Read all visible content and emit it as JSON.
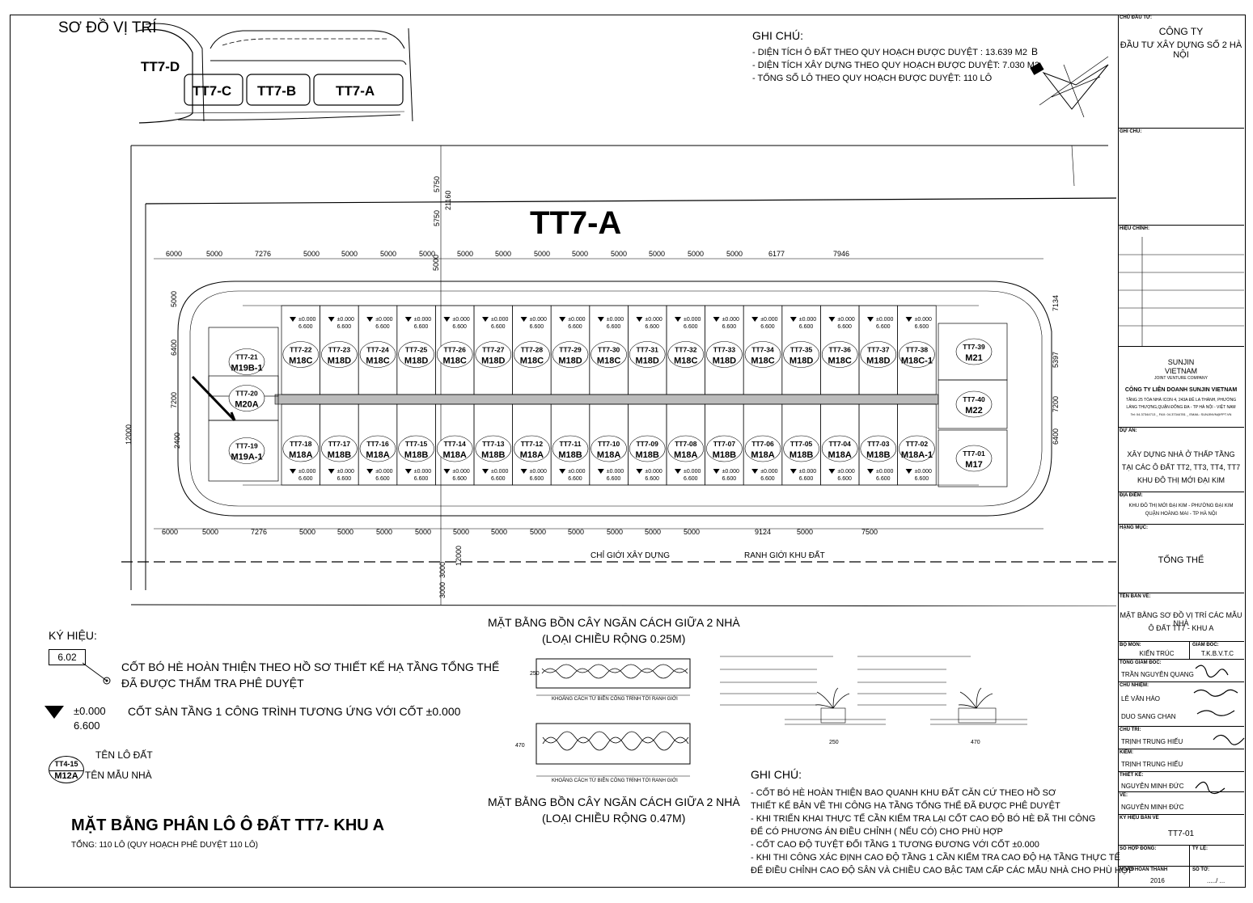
{
  "location_diagram": {
    "title": "SƠ ĐỒ VỊ TRÍ",
    "blocks": [
      "TT7-D",
      "TT7-C",
      "TT7-B",
      "TT7-A"
    ]
  },
  "top_notes": {
    "title": "GHI CHÚ:",
    "lines": [
      "- DIỆN TÍCH Ô ĐẤT THEO QUY HOẠCH ĐƯỢC DUYỆT : 13.639 M2",
      "- DIỆN TÍCH XÂY DỰNG THEO QUY HOẠCH ĐƯỢC DUYỆT: 7.030 M2",
      "- TỔNG SỐ LÔ THEO QUY HOẠCH ĐƯỢC DUYỆT: 110 LÔ"
    ]
  },
  "plan": {
    "title": "TT7-A",
    "top_dims": [
      "6000",
      "5000",
      "7276",
      "5000",
      "5000",
      "5000",
      "5000",
      "5000",
      "5000",
      "5000",
      "5000",
      "5000",
      "5000",
      "5000",
      "5000",
      "6177",
      "7946"
    ],
    "bottom_dims": [
      "6000",
      "5000",
      "7276",
      "5000",
      "5000",
      "5000",
      "5000",
      "5000",
      "5000",
      "5000",
      "5000",
      "5000",
      "5000",
      "5000",
      "9124",
      "5000",
      "7500"
    ],
    "vertical_dims": [
      "5750",
      "5750",
      "21160",
      "5000",
      "7134",
      "5397",
      "7200",
      "6400",
      "5000",
      "7200",
      "6400",
      "2400",
      "12000",
      "3000",
      "3000",
      "12000"
    ],
    "level_value": "±0.000",
    "level_sub": "6.600",
    "top_row": [
      {
        "lot": "TT7-22",
        "model": "M18C"
      },
      {
        "lot": "TT7-23",
        "model": "M18D"
      },
      {
        "lot": "TT7-24",
        "model": "M18C"
      },
      {
        "lot": "TT7-25",
        "model": "M18D"
      },
      {
        "lot": "TT7-26",
        "model": "M18C"
      },
      {
        "lot": "TT7-27",
        "model": "M18D"
      },
      {
        "lot": "TT7-28",
        "model": "M18C"
      },
      {
        "lot": "TT7-29",
        "model": "M18D"
      },
      {
        "lot": "TT7-30",
        "model": "M18C"
      },
      {
        "lot": "TT7-31",
        "model": "M18D"
      },
      {
        "lot": "TT7-32",
        "model": "M18C"
      },
      {
        "lot": "TT7-33",
        "model": "M18D"
      },
      {
        "lot": "TT7-34",
        "model": "M18C"
      },
      {
        "lot": "TT7-35",
        "model": "M18D"
      },
      {
        "lot": "TT7-36",
        "model": "M18C"
      },
      {
        "lot": "TT7-37",
        "model": "M18D"
      },
      {
        "lot": "TT7-38",
        "model": "M18C-1"
      }
    ],
    "bottom_row": [
      {
        "lot": "TT7-18",
        "model": "M18A"
      },
      {
        "lot": "TT7-17",
        "model": "M18B"
      },
      {
        "lot": "TT7-16",
        "model": "M18A"
      },
      {
        "lot": "TT7-15",
        "model": "M18B"
      },
      {
        "lot": "TT7-14",
        "model": "M18A"
      },
      {
        "lot": "TT7-13",
        "model": "M18B"
      },
      {
        "lot": "TT7-12",
        "model": "M18A"
      },
      {
        "lot": "TT7-11",
        "model": "M18B"
      },
      {
        "lot": "TT7-10",
        "model": "M18A"
      },
      {
        "lot": "TT7-09",
        "model": "M18B"
      },
      {
        "lot": "TT7-08",
        "model": "M18A"
      },
      {
        "lot": "TT7-07",
        "model": "M18B"
      },
      {
        "lot": "TT7-06",
        "model": "M18A"
      },
      {
        "lot": "TT7-05",
        "model": "M18B"
      },
      {
        "lot": "TT7-04",
        "model": "M18A"
      },
      {
        "lot": "TT7-03",
        "model": "M18B"
      },
      {
        "lot": "TT7-02",
        "model": "M18A-1"
      }
    ],
    "left_units": [
      {
        "lot": "TT7-21",
        "model": "M19B-1"
      },
      {
        "lot": "TT7-20",
        "model": "M20A"
      },
      {
        "lot": "TT7-19",
        "model": "M19A-1"
      }
    ],
    "right_units": [
      {
        "lot": "TT7-39",
        "model": "M21"
      },
      {
        "lot": "TT7-40",
        "model": "M22"
      },
      {
        "lot": "TT7-01",
        "model": "M17"
      }
    ],
    "boundary_labels": [
      "CHỈ GIỚI XÂY DỰNG",
      "RANH GIỚI KHU ĐẤT"
    ]
  },
  "legend": {
    "title": "KÝ HIỆU:",
    "tag": "6.02",
    "tag_desc_1": "CỐT BÓ HÈ HOÀN THIỆN THEO HỒ SƠ THIẾT KẾ HẠ TẦNG TỔNG THỂ",
    "tag_desc_2": "ĐÃ ĐƯỢC THẨM TRA PHÊ DUYỆT",
    "level_top": "±0.000",
    "level_bottom": "6.600",
    "level_desc": "CỐT SÀN TẦNG 1 CÔNG TRÌNH TƯƠNG ỨNG VỚI CỐT ±0.000",
    "sample_lot": "TT4-15",
    "sample_model": "M12A",
    "lot_label": "TÊN LÔ ĐẤT",
    "model_label": "TÊN MẪU NHÀ"
  },
  "main_title": "MẶT BẰNG PHÂN LÔ Ô ĐẤT TT7- KHU A",
  "subtitle": "TỔNG: 110 LÔ (QUY HOẠCH PHÊ DUYỆT 110 LÔ)",
  "planter_1": {
    "title": "MẶT BẰNG BỒN CÂY NGĂN CÁCH GIỮA 2 NHÀ",
    "sub": "(LOẠI CHIỀU RỘNG 0.25M)",
    "dim": "250",
    "caption": "KHOẢNG CÁCH TỪ BIÊN CÔNG TRÌNH TỚI RANH GIỚI"
  },
  "planter_2": {
    "title": "MẶT BẰNG BỒN CÂY NGĂN CÁCH GIỮA 2 NHÀ",
    "sub": "(LOẠI CHIỀU RỘNG 0.47M)",
    "dim": "470",
    "caption": "KHOẢNG CÁCH TỪ BIÊN CÔNG TRÌNH TỚI RANH GIỚI"
  },
  "section_dims": [
    "250",
    "470"
  ],
  "bottom_notes": {
    "title": "GHI CHÚ:",
    "lines": [
      "- CỐT BÓ HÈ HOÀN THIỆN BAO QUANH KHU ĐẤT CĂN CỨ THEO HỒ SƠ",
      "THIẾT KẾ BẢN VẼ THI CÔNG HẠ TẦNG TỔNG THỂ ĐÃ ĐƯỢC PHÊ DUYỆT",
      "- KHI TRIỂN KHAI THỰC TẾ CẦN KIỂM TRA LẠI CỐT CAO ĐỘ BÓ HÈ  ĐÃ THI CÔNG",
      "ĐỂ CÓ PHƯƠNG ÁN ĐIỀU CHỈNH ( NẾU CÓ) CHO PHÙ HỢP",
      "- CỐT CAO ĐỘ TUYỆT ĐỐI TẦNG 1 TƯƠNG ĐƯƠNG VỚI CỐT ±0.000",
      "- KHI THI CÔNG XÁC ĐỊNH CAO ĐỘ TẦNG 1 CẦN KIỂM TRA  CAO ĐỘ HẠ TẦNG THỰC TẾ",
      "ĐỂ ĐIỀU CHỈNH CAO ĐỘ SÂN VÀ CHIỀU CAO BẬC TAM CẤP CÁC MẪU NHÀ CHO PHÙ HỢP"
    ]
  },
  "title_block": {
    "investor_label": "CHỦ ĐẦU TƯ:",
    "investor_1": "CÔNG TY",
    "investor_2": "ĐẦU TƯ XÂY DỰNG SỐ 2 HÀ NỘI",
    "notes_label": "GHI CHÚ:",
    "revision_label": "HIỆU CHỈNH:",
    "company_logo_1": "SUNJIN",
    "company_logo_2": "VIETNAM",
    "company_logo_3": "JOINT VENTURE COMPANY",
    "company_name": "CÔNG TY LIÊN DOANH SUNJIN VIETNAM",
    "company_addr_1": "TẦNG 25 TÒA NHÀ ICON 4, 243A ĐÊ LA THÀNH, PHƯỜNG",
    "company_addr_2": "LÁNG THƯỢNG,QUẬN ĐỐNG ĐA - TP HÀ NỘI - VIỆT NAM",
    "company_addr_3": "Tel: 04.37344713 _ FAX: 04.37344781 _ EMAIL: SUNJINVN@FPT.VN",
    "project_label": "DỰ ÁN:",
    "project_1": "XÂY DỰNG NHÀ Ở THẤP TẦNG",
    "project_2": "TẠI CÁC Ô ĐẤT TT2, TT3, TT4, TT7",
    "project_3": "KHU ĐÔ THỊ MỚI ĐẠI KIM",
    "location_label": "ĐỊA ĐIỂM:",
    "location_1": "KHU ĐÔ THỊ MỚI ĐẠI KIM - PHƯỜNG ĐẠI KIM",
    "location_2": "QUẬN HOÀNG MAI - TP HÀ NỘI",
    "item_label": "HẠNG MỤC:",
    "item": "TỔNG THỂ",
    "drawing_label": "TÊN BẢN VẼ:",
    "drawing_1": "MẶT BẰNG SƠ ĐỒ VỊ TRÍ CÁC MẪU NHÀ",
    "drawing_2": "Ô ĐẤT TT7 - KHU A",
    "dept_label": "BỘ MÔN:",
    "dept": "KIẾN TRÚC",
    "supervisor_label": "GIÁM ĐỐC:",
    "supervisor": "T.K.B.V.T.C",
    "director_label": "TỔNG GIÁM ĐỐC:",
    "director": "TRẦN NGUYÊN QUANG",
    "lead_label": "CHỦ NHIỆM:",
    "lead_1": "LÊ VĂN HÀO",
    "lead_2": "DUO SANG CHAN",
    "chair_label": "CHỦ TRÌ:",
    "chair": "TRỊNH TRUNG HIẾU",
    "check_label": "KIỂM:",
    "check": "TRỊNH TRUNG HIẾU",
    "design_label": "THIẾT KẾ:",
    "design": "NGUYỄN MINH ĐỨC",
    "draw_label": "VẼ:",
    "draw": "NGUYỄN MINH ĐỨC",
    "code_label": "KÝ HIỆU BẢN VẼ",
    "code": "TT7-01",
    "contract_label": "SỐ HỢP ĐỒNG:",
    "scale_label": "TỶ LỆ:",
    "date_label": "NGÀY HOÀN THÀNH",
    "date": "2016",
    "sheet_label": "SỐ TỜ:",
    "sheet": "...../ ..."
  }
}
